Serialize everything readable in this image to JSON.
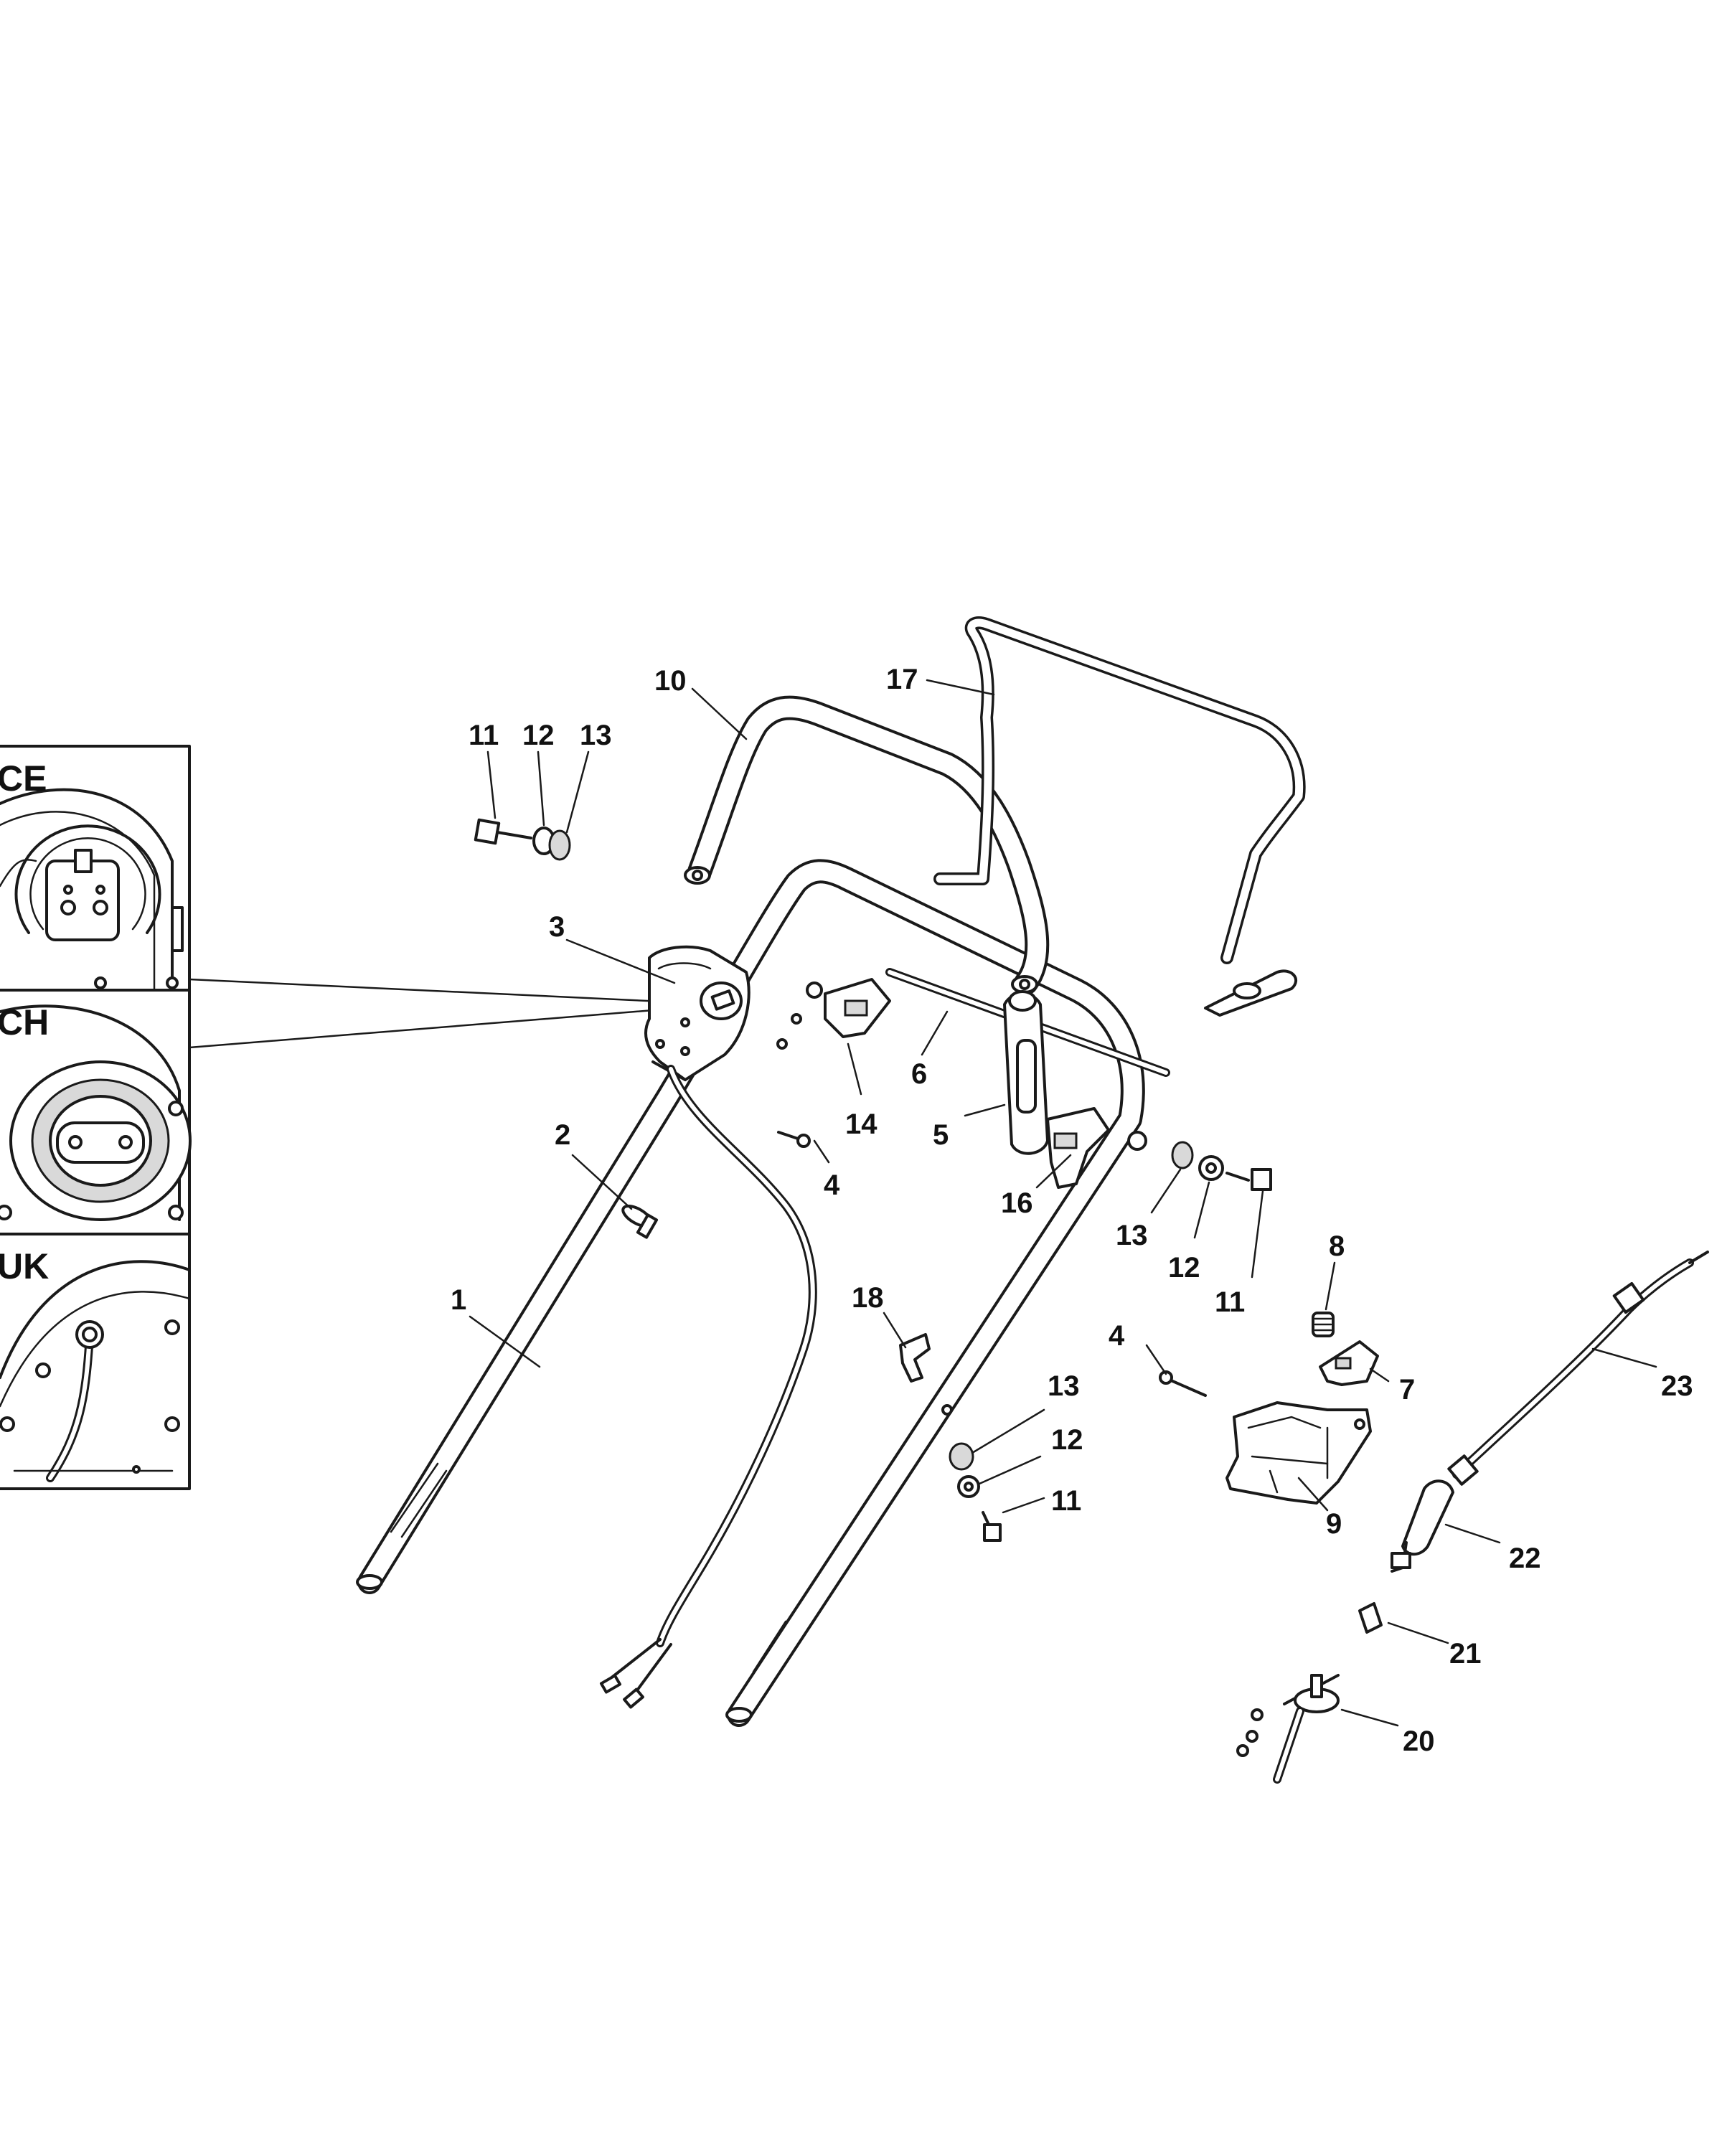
{
  "region_labels": {
    "ce": "CE",
    "ch": "CH",
    "uk": "UK"
  },
  "callouts": [
    {
      "id": "c1",
      "text": "1"
    },
    {
      "id": "c2",
      "text": "2"
    },
    {
      "id": "c3",
      "text": "3"
    },
    {
      "id": "c4a",
      "text": "4"
    },
    {
      "id": "c4b",
      "text": "4"
    },
    {
      "id": "c5",
      "text": "5"
    },
    {
      "id": "c6",
      "text": "6"
    },
    {
      "id": "c7",
      "text": "7"
    },
    {
      "id": "c8",
      "text": "8"
    },
    {
      "id": "c9",
      "text": "9"
    },
    {
      "id": "c10",
      "text": "10"
    },
    {
      "id": "c11a",
      "text": "11"
    },
    {
      "id": "c11b",
      "text": "11"
    },
    {
      "id": "c11c",
      "text": "11"
    },
    {
      "id": "c12a",
      "text": "12"
    },
    {
      "id": "c12b",
      "text": "12"
    },
    {
      "id": "c12c",
      "text": "12"
    },
    {
      "id": "c13a",
      "text": "13"
    },
    {
      "id": "c13b",
      "text": "13"
    },
    {
      "id": "c13c",
      "text": "13"
    },
    {
      "id": "c14",
      "text": "14"
    },
    {
      "id": "c16",
      "text": "16"
    },
    {
      "id": "c17",
      "text": "17"
    },
    {
      "id": "c18",
      "text": "18"
    },
    {
      "id": "c20",
      "text": "20"
    },
    {
      "id": "c21",
      "text": "21"
    },
    {
      "id": "c22",
      "text": "22"
    },
    {
      "id": "c23",
      "text": "23"
    }
  ]
}
